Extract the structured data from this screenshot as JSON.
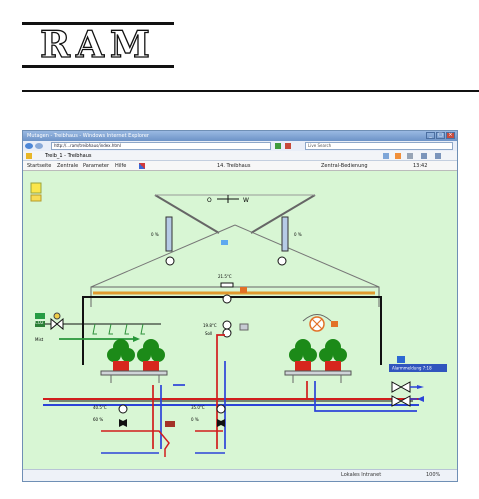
{
  "logo": {
    "text": "RAM"
  },
  "browser": {
    "title": "Mutagen - Treibhaus - Windows Internet Explorer",
    "address": "http://...ram/treibhaus/index.html",
    "search_placeholder": "Live Search",
    "tab_label": "Treib_1 - Treibhaus",
    "status_left": "",
    "status_right": "Lokales Intranet",
    "zoom": "100%"
  },
  "appbar": {
    "item1": "Startseite",
    "item2": "Zentrale",
    "item3": "Parameter",
    "item4": "Hilfe",
    "center_text": "14. Treibhaus",
    "right_text": "Zentral-Bedienung",
    "clock": "13:42"
  },
  "diagram": {
    "label_open": "O",
    "label_close": "W",
    "vent_left_value": "0 %",
    "vent_right_value": "0 %",
    "top_sensor_label": "21.5°C",
    "mid_sensor_label_1": "19.8°C",
    "mid_sensor_label_2": "Soll",
    "left_pipe_label": "CO2",
    "mist_label": "Mist",
    "alarm_label": "Alarmmeldung 7:18",
    "left_valve_label_1": "40.5°C",
    "left_valve_label_2": "60 %",
    "right_valve_label_1": "35.0°C",
    "right_valve_label_2": "0 %"
  },
  "colors": {
    "greenhouse_bg": "#d8f6d4",
    "pipe_red": "#d01818",
    "pipe_blue": "#2740d8",
    "pipe_orange": "#e08a20",
    "plant_green": "#1c8a18"
  }
}
